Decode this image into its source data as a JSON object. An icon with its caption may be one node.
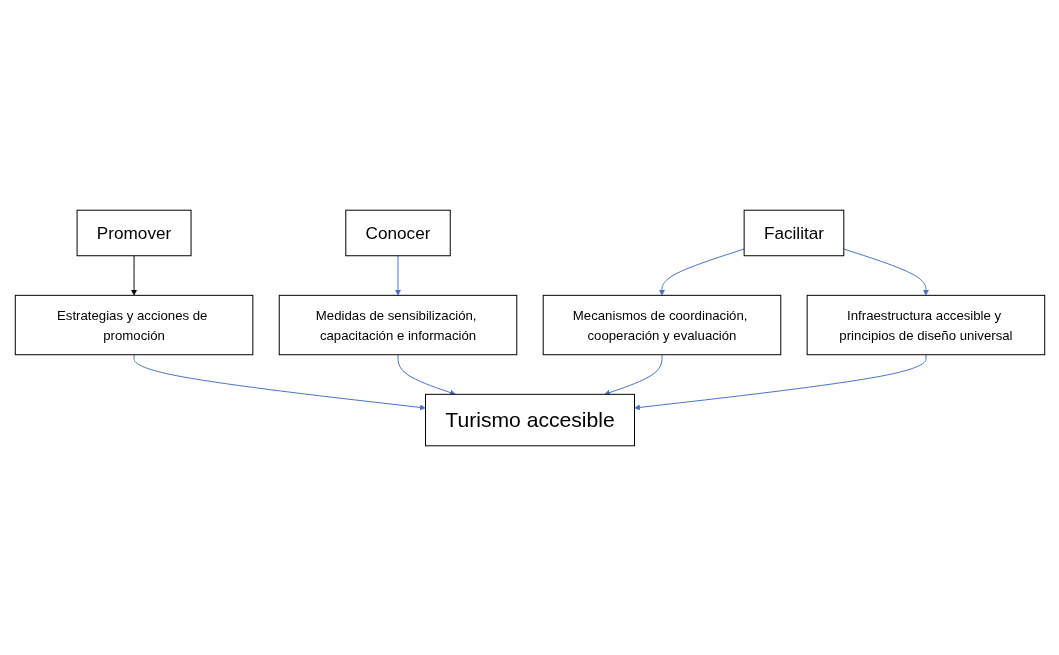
{
  "diagram": {
    "nodes": [
      {
        "text": [
          "Promover"
        ]
      },
      {
        "text": [
          "Conocer"
        ]
      },
      {
        "text": [
          "Estrategias y acciones de promoción"
        ]
      },
      {
        "text": [
          "Medidas de sensibilización, capacitación e información"
        ]
      },
      {
        "text": [
          "Turismo accesible"
        ]
      },
      {
        "text": [
          "Mecanismos de coordinación, cooperación y evaluación"
        ]
      },
      {
        "text": [
          "Infraestructura accesible y principios de diseño universal"
        ]
      },
      {
        "text": [
          "Facilitar"
        ]
      }
    ],
    "edges": [
      {
        "from": 0,
        "to": 2,
        "arrow": "to",
        "color": "#000000"
      },
      {
        "from": 1,
        "to": 3,
        "arrow": "to"
      },
      {
        "from": 2,
        "to": 4,
        "arrow": "to"
      },
      {
        "from": 3,
        "to": 4,
        "arrow": "to"
      },
      {
        "from": 5,
        "to": 4,
        "arrow": "to"
      },
      {
        "from": 6,
        "to": 4,
        "arrow": "to"
      },
      {
        "from": 7,
        "to": 5,
        "arrow": "to"
      },
      {
        "from": 7,
        "to": 6,
        "arrow": "to"
      }
    ]
  }
}
